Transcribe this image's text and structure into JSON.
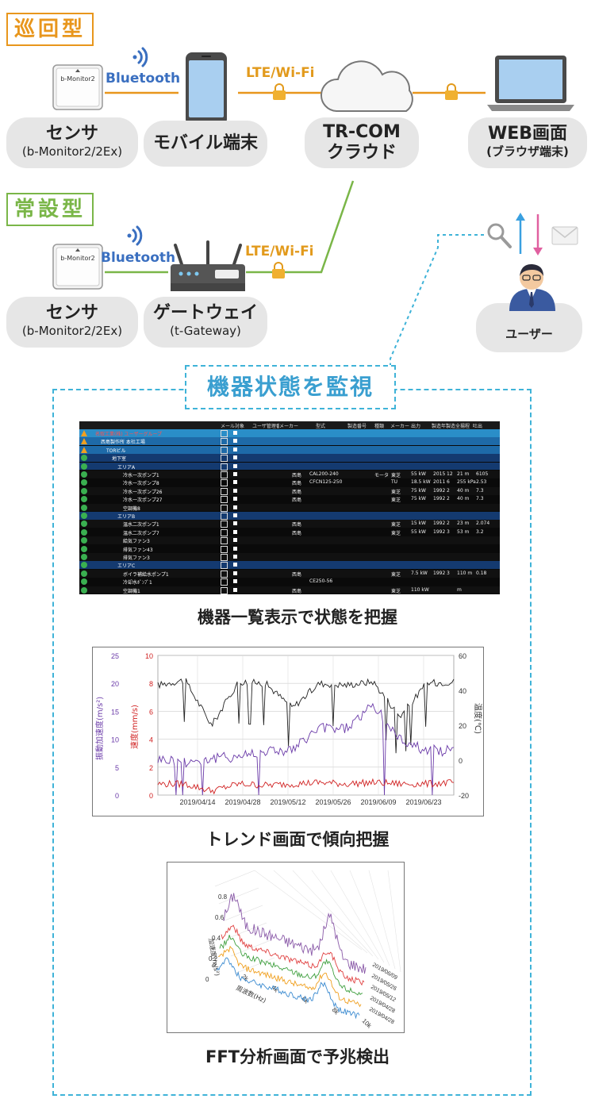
{
  "patrol": {
    "label": "巡回型",
    "sensor": {
      "name": "センサ",
      "model": "(b-Monitor2/2Ex)",
      "device_text": "b-Monitor2"
    },
    "bluetooth": "Bluetooth",
    "mobile": {
      "name": "モバイル端末"
    },
    "lte": "LTE/Wi-Fi",
    "cloud": {
      "name": "TR-COM",
      "sub": "クラウド"
    },
    "web": {
      "name": "WEB画面",
      "sub": "(ブラウザ端末)"
    }
  },
  "permanent": {
    "label": "常設型",
    "sensor": {
      "name": "センサ",
      "model": "(b-Monitor2/2Ex)",
      "device_text": "b-Monitor2"
    },
    "bluetooth": "Bluetooth",
    "gateway": {
      "name": "ゲートウェイ",
      "model": "(t-Gateway)"
    },
    "lte": "LTE/Wi-Fi"
  },
  "user": {
    "label": "ユーザー"
  },
  "monitor": {
    "title": "機器状態を監視",
    "list_caption": "機器一覧表示で状態を把握",
    "trend_caption": "トレンド画面で傾向把握",
    "fft_caption": "FFT分析画面で予兆検出"
  },
  "colors": {
    "orange": "#e8961c",
    "green": "#7ab648",
    "blue": "#4a7fcf",
    "dashed": "#3fb3d8"
  },
  "device_table": {
    "headers": [
      "メール対象",
      "ユーザ管理番号",
      "メーカー",
      "型式",
      "製造番号",
      "種類",
      "メーカー",
      "出力",
      "製造年",
      "製造月",
      "全揚程",
      "吐出"
    ],
    "rows": [
      {
        "status": "warn",
        "indent": 0,
        "name": "名取工業(株) ユーザーグループ",
        "c": [
          "",
          "",
          "",
          "",
          "",
          "",
          "",
          "",
          "",
          ""
        ]
      },
      {
        "status": "warn",
        "indent": 1,
        "name": "西島製作所 本社工場",
        "c": [
          "",
          "",
          "",
          "",
          "",
          "",
          "",
          "",
          "",
          ""
        ]
      },
      {
        "status": "warn",
        "indent": 2,
        "name": "TORビル",
        "c": [
          "",
          "",
          "",
          "",
          "",
          "",
          "",
          "",
          "",
          ""
        ]
      },
      {
        "status": "ok",
        "indent": 3,
        "name": "地下室",
        "c": [
          "",
          "",
          "",
          "",
          "",
          "",
          "",
          "",
          "",
          ""
        ]
      },
      {
        "status": "ok",
        "indent": 4,
        "name": "エリアA",
        "c": [
          "",
          "",
          "",
          "",
          "",
          "",
          "",
          "",
          "",
          ""
        ]
      },
      {
        "status": "ok",
        "indent": 5,
        "name": "冷水一次ポンプ1",
        "c": [
          "西島",
          "CAL200-240",
          "",
          "モータ",
          "東芝",
          "55 kW",
          "2015",
          "12",
          "21 m",
          "6105"
        ]
      },
      {
        "status": "ok",
        "indent": 5,
        "name": "冷水一次ポンプ8",
        "c": [
          "西島",
          "CFCN125-250",
          "",
          "",
          "TU",
          "18.5 kW",
          "2011",
          "6",
          "255 kPa",
          "2.53"
        ]
      },
      {
        "status": "ok",
        "indent": 5,
        "name": "冷水一次ポンプ26",
        "c": [
          "西島",
          "",
          "",
          "",
          "東芝",
          "75 kW",
          "1992",
          "2",
          "40 m",
          "7.3"
        ]
      },
      {
        "status": "ok",
        "indent": 5,
        "name": "冷水一次ポンプ27",
        "c": [
          "西島",
          "",
          "",
          "",
          "東芝",
          "75 kW",
          "1992",
          "2",
          "40 m",
          "7.3"
        ]
      },
      {
        "status": "ok",
        "indent": 5,
        "name": "空調機8",
        "c": [
          "",
          "",
          "",
          "",
          "",
          "",
          "",
          "",
          "",
          ""
        ]
      },
      {
        "status": "ok",
        "indent": 4,
        "name": "エリアB",
        "c": [
          "",
          "",
          "",
          "",
          "",
          "",
          "",
          "",
          "",
          ""
        ]
      },
      {
        "status": "ok",
        "indent": 5,
        "name": "温水二次ポンプ1",
        "c": [
          "西島",
          "",
          "",
          "",
          "東芝",
          "15 kW",
          "1992",
          "2",
          "23 m",
          "2.074"
        ]
      },
      {
        "status": "ok",
        "indent": 5,
        "name": "温水二次ポンプ7",
        "c": [
          "西島",
          "",
          "",
          "",
          "東芝",
          "55 kW",
          "1992",
          "3",
          "53 m",
          "3.2"
        ]
      },
      {
        "status": "ok",
        "indent": 5,
        "name": "給気ファン3",
        "c": [
          "",
          "",
          "",
          "",
          "",
          "",
          "",
          "",
          "",
          ""
        ]
      },
      {
        "status": "ok",
        "indent": 5,
        "name": "排気ファン43",
        "c": [
          "",
          "",
          "",
          "",
          "",
          "",
          "",
          "",
          "",
          ""
        ]
      },
      {
        "status": "ok",
        "indent": 5,
        "name": "排気ファン3",
        "c": [
          "",
          "",
          "",
          "",
          "",
          "",
          "",
          "",
          "",
          ""
        ]
      },
      {
        "status": "ok",
        "indent": 4,
        "name": "エリアC",
        "c": [
          "",
          "",
          "",
          "",
          "",
          "",
          "",
          "",
          "",
          ""
        ]
      },
      {
        "status": "ok",
        "indent": 5,
        "name": "ボイラ補給水ポンプ1",
        "c": [
          "西島",
          "",
          "",
          "",
          "東芝",
          "7.5 kW",
          "1992",
          "3",
          "110 m",
          "0.18"
        ]
      },
      {
        "status": "ok",
        "indent": 5,
        "name": "冷却水ﾎﾟﾝﾌﾟ1",
        "c": [
          "",
          "CE250-56",
          "",
          "",
          "",
          "",
          "",
          "",
          "",
          ""
        ]
      },
      {
        "status": "ok",
        "indent": 5,
        "name": "空調機1",
        "c": [
          "西島",
          "",
          "",
          "",
          "東芝",
          "110 kW",
          "",
          "",
          "m",
          ""
        ]
      }
    ]
  },
  "chart_data": [
    {
      "type": "line",
      "x": [
        "2019/04/14",
        "2019/04/28",
        "2019/05/12",
        "2019/05/26",
        "2019/06/09",
        "2019/06/23"
      ],
      "axes": [
        {
          "label": "振動加速度(m/s²)",
          "ticks": [
            "25",
            "20",
            "15",
            "10",
            "5",
            "0"
          ],
          "range": [
            0,
            25
          ]
        },
        {
          "label": "速度(mm/s)",
          "ticks": [
            "10",
            "8",
            "6",
            "4",
            "2",
            "0"
          ],
          "range": [
            0,
            10
          ]
        },
        {
          "label": "温度(℃)",
          "ticks": [
            "60",
            "40",
            "20",
            "0",
            "-20"
          ],
          "range": [
            -20,
            60
          ]
        }
      ],
      "series": [
        {
          "color": "#222222",
          "approx": [
            43,
            46,
            20,
            45,
            44,
            30,
            44,
            43,
            45,
            25,
            44,
            45
          ]
        },
        {
          "color": "#6a3aa8",
          "approx": [
            6.5,
            6,
            6.5,
            7,
            8,
            8,
            12,
            12,
            16,
            10,
            8,
            8
          ]
        },
        {
          "color": "#d02020",
          "approx": [
            0.8,
            0.8,
            0.3,
            0.8,
            0.7,
            0.8,
            0.9,
            0.8,
            0.9,
            0.8,
            0.8,
            0.9
          ]
        }
      ],
      "grid": true
    },
    {
      "type": "line",
      "title": "",
      "ylabel": "加速度(m/s²)",
      "xlabel": "周波数(Hz)",
      "yticks": [
        "0",
        "0.2",
        "0.4",
        "0.6",
        "0.8"
      ],
      "xticks": [
        "0",
        "2k",
        "4k",
        "6k",
        "8k",
        "10k"
      ],
      "series": [
        {
          "name": "2019/06/09",
          "color": "#8a5aa8"
        },
        {
          "name": "2019/05/26",
          "color": "#e04040"
        },
        {
          "name": "2019/05/12",
          "color": "#40a040"
        },
        {
          "name": "2019/04/28",
          "color": "#f0a020"
        },
        {
          "name": "2019/04/28",
          "color": "#3a8ad0"
        }
      ]
    }
  ]
}
